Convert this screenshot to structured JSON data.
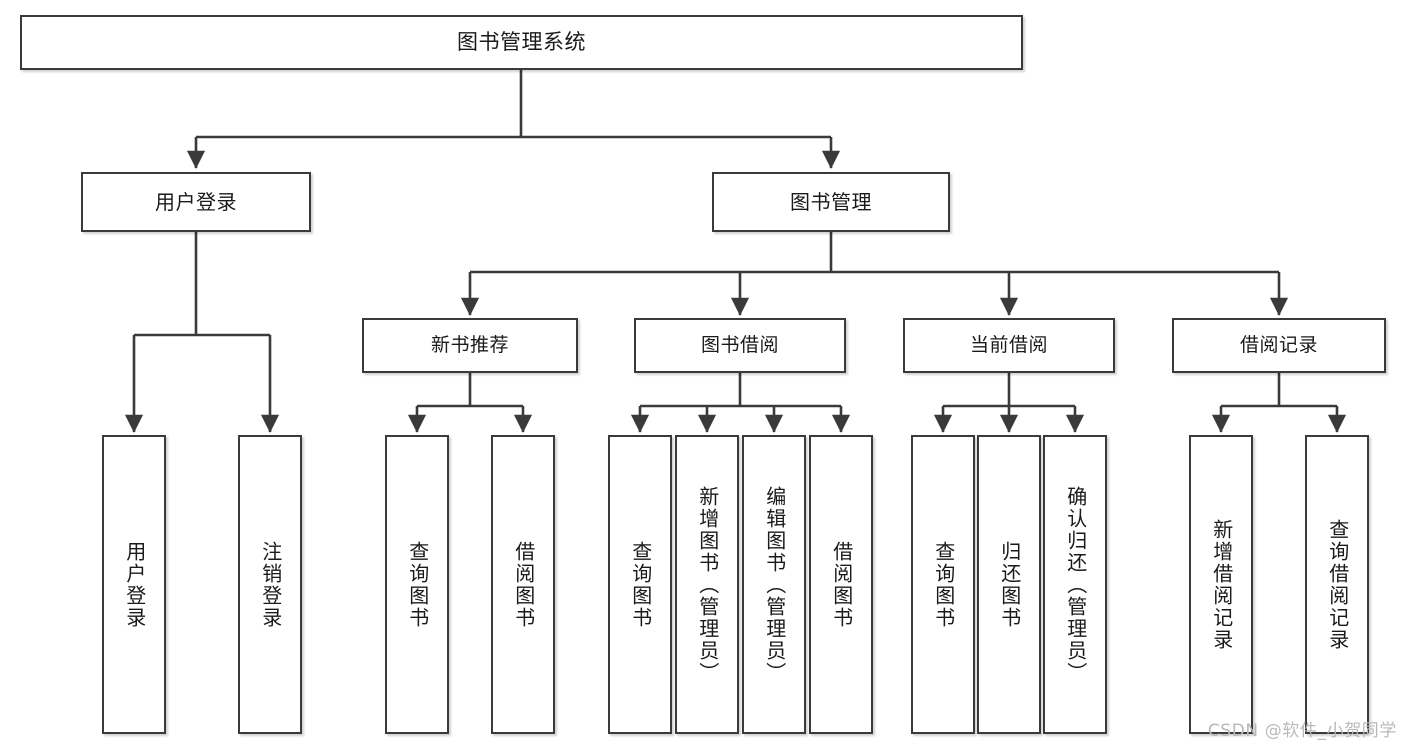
{
  "diagram": {
    "title": "图书管理系统",
    "watermark": "CSDN @软件_小贺同学",
    "colors": {
      "box_border": "#3a3a3a",
      "box_fill": "#ffffff",
      "edge": "#3a3a3a",
      "text": "#1a1a1a",
      "watermark": "#b9b9b9"
    },
    "root": {
      "label": "图书管理系统"
    },
    "level1": [
      {
        "label": "用户登录"
      },
      {
        "label": "图书管理"
      }
    ],
    "level2": [
      {
        "label": "新书推荐"
      },
      {
        "label": "图书借阅"
      },
      {
        "label": "当前借阅"
      },
      {
        "label": "借阅记录"
      }
    ],
    "leaves": {
      "user_login": [
        {
          "label": "用户登录"
        },
        {
          "label": "注销登录"
        }
      ],
      "new_book_recommend": [
        {
          "label": "查询图书"
        },
        {
          "label": "借阅图书"
        }
      ],
      "book_borrow": [
        {
          "label": "查询图书"
        },
        {
          "label": "新增图书（管理员）"
        },
        {
          "label": "编辑图书（管理员）"
        },
        {
          "label": "借阅图书"
        }
      ],
      "current_borrow": [
        {
          "label": "查询图书"
        },
        {
          "label": "归还图书"
        },
        {
          "label": "确认归还（管理员）"
        }
      ],
      "borrow_record": [
        {
          "label": "新增借阅记录"
        },
        {
          "label": "查询借阅记录"
        }
      ]
    }
  }
}
